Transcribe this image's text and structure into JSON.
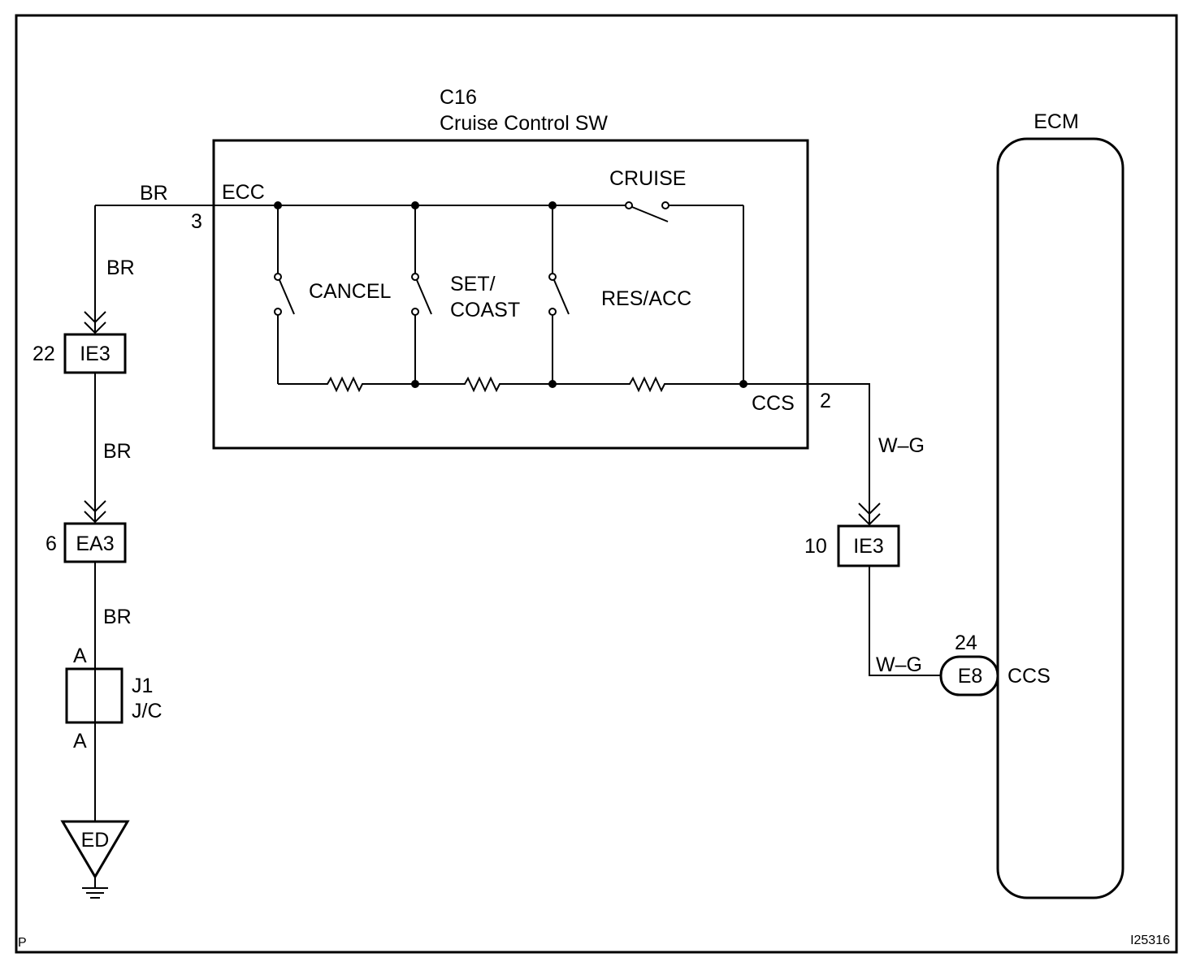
{
  "switch_box": {
    "connector": "C16",
    "name": "Cruise Control SW",
    "pin_left_name": "ECC",
    "pin_left_no": "3",
    "pin_right_name": "CCS",
    "pin_right_no": "2",
    "switches": {
      "cancel": "CANCEL",
      "set_line1": "SET/",
      "set_line2": "COAST",
      "res_acc": "RES/ACC",
      "cruise": "CRUISE"
    }
  },
  "ecm": {
    "title": "ECM",
    "pin_no": "24",
    "connector": "E8",
    "pin_name": "CCS"
  },
  "wires": {
    "br_top": "BR",
    "br_1": "BR",
    "br_2": "BR",
    "br_3": "BR",
    "wg_1": "W–G",
    "wg_2": "W–G"
  },
  "connectors": {
    "ie3_left": {
      "pin": "22",
      "label": "IE3"
    },
    "ea3": {
      "pin": "6",
      "label": "EA3"
    },
    "ie3_right": {
      "pin": "10",
      "label": "IE3"
    }
  },
  "junction": {
    "pin_top": "A",
    "pin_bottom": "A",
    "name": "J1",
    "type": "J/C"
  },
  "ground": {
    "label": "ED"
  },
  "footer": {
    "corner_left": "P",
    "figure_id": "I25316"
  }
}
